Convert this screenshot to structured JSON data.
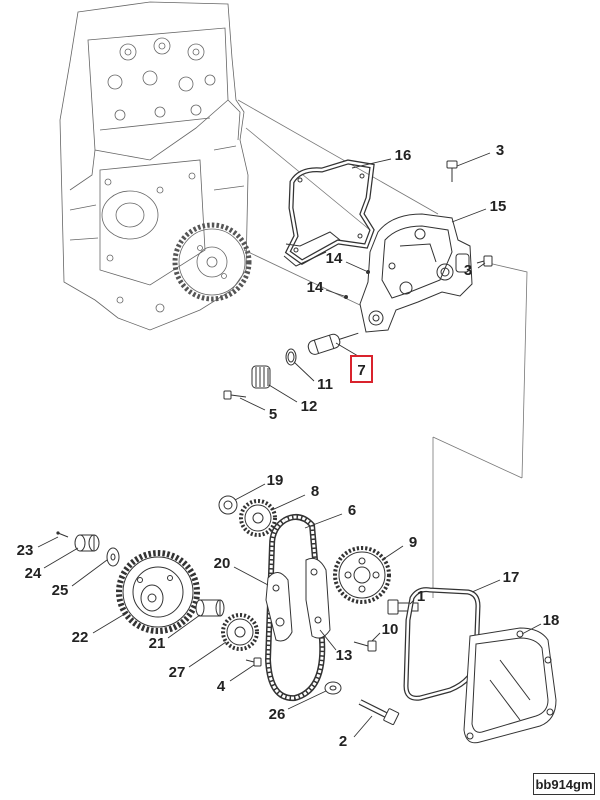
{
  "callouts": [
    "16",
    "3",
    "15",
    "14",
    "3",
    "14",
    "7",
    "11",
    "12",
    "5",
    "19",
    "8",
    "6",
    "9",
    "23",
    "24",
    "20",
    "17",
    "25",
    "1",
    "18",
    "10",
    "22",
    "21",
    "13",
    "27",
    "4",
    "26",
    "2"
  ],
  "image_code": "bb914gm",
  "colors": {
    "line": "#333333",
    "highlight": "#d9232d"
  }
}
